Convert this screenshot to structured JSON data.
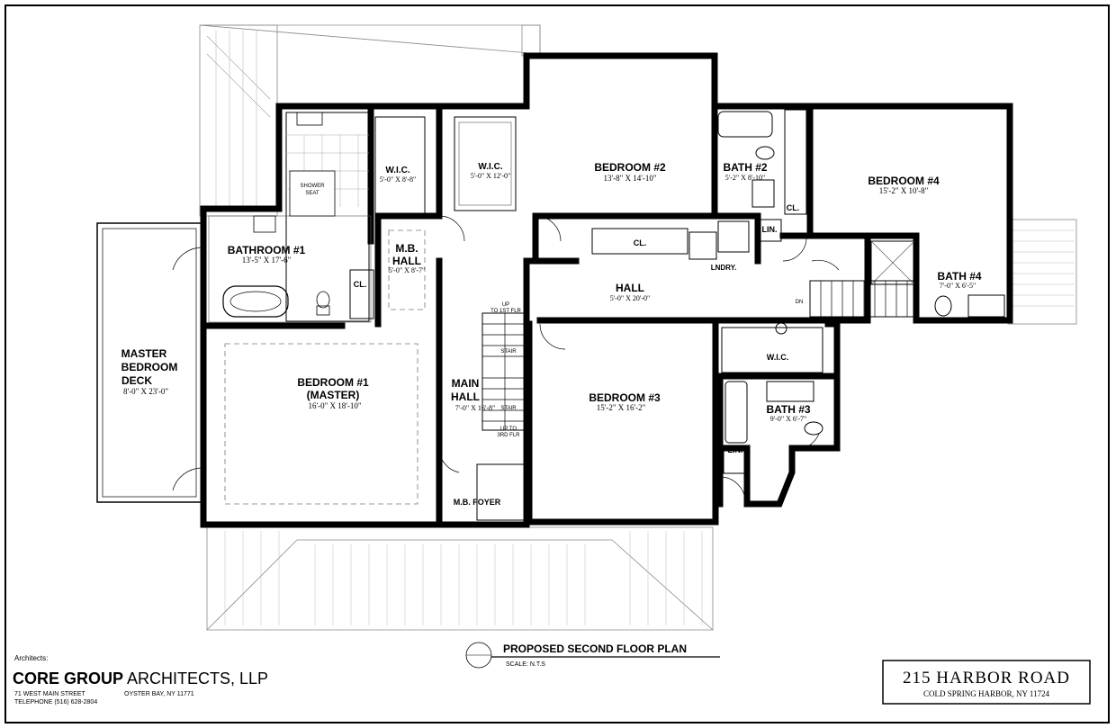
{
  "drawing": {
    "title": "PROPOSED SECOND FLOOR PLAN",
    "scale": "SCALE:   N.T.S"
  },
  "rooms": {
    "bathroom1": {
      "name": "BATHROOM #1",
      "dim": "13'-5\" X 17'-6\""
    },
    "wic1": {
      "name": "W.I.C.",
      "dim": "5'-0\" X 8'-8\""
    },
    "wic2": {
      "name": "W.I.C.",
      "dim": "5'-0\" X 12'-0\""
    },
    "mbhall": {
      "name1": "M.B.",
      "name2": "HALL",
      "dim": "5'-0\" X 8'-7\""
    },
    "bedroom2": {
      "name": "BEDROOM #2",
      "dim": "13'-8\" X 14'-10\""
    },
    "bath2": {
      "name": "BATH #2",
      "dim": "5'-2\" X 8'-10\""
    },
    "bedroom4": {
      "name": "BEDROOM #4",
      "dim": "15'-2\" X 10'-8\""
    },
    "hall": {
      "name": "HALL",
      "dim": "5'-0\" X 20'-0\""
    },
    "bath4": {
      "name": "BATH #4",
      "dim": "7'-0\" X 6'-5\""
    },
    "deck": {
      "name1": "MASTER",
      "name2": "BEDROOM",
      "name3": "DECK",
      "dim": "8'-0\" X 23'-0\""
    },
    "bedroom1": {
      "name1": "BEDROOM #1",
      "name2": "(MASTER)",
      "dim": "16'-0\" X 18'-10\""
    },
    "mainhall": {
      "name1": "MAIN",
      "name2": "HALL",
      "dim": "7'-0\" X 16'-8\""
    },
    "bedroom3": {
      "name": "BEDROOM #3",
      "dim": "15'-2\" X 16'-2\""
    },
    "bath3": {
      "name": "BATH #3",
      "dim": "9'-0\" X 6'-7\""
    },
    "wic3": {
      "name": "W.I.C."
    },
    "mbfoyer": {
      "name": "M.B. FOYER"
    }
  },
  "labels": {
    "cl_master": "CL.",
    "cl_bed2": "CL.",
    "cl_bed4": "CL.",
    "lin_upper": "LIN.",
    "lin_lower": "LIN.",
    "lndry": "LNDRY.",
    "shower": "SHOWER",
    "shower2": "SEAT",
    "dn": "DN",
    "stair_up_top1": "UP",
    "stair_up_top2": "TO 1ST FLR",
    "stair_up_bottom1": "UP TO",
    "stair_up_bottom2": "3RD FLR",
    "stair_mark_up": "STAIR",
    "stair_mark_dn": "STAIR"
  },
  "architect": {
    "heading": "Architects:",
    "firm_bold": "CORE GROUP",
    "firm_rest": " ARCHITECTS, LLP",
    "address": "71 WEST MAIN STREET",
    "city": "OYSTER BAY, NY 11771",
    "phone": "TELEPHONE (516) 628-2804"
  },
  "project": {
    "address": "215 HARBOR ROAD",
    "city": "COLD SPRING HARBOR,   NY 11724"
  }
}
